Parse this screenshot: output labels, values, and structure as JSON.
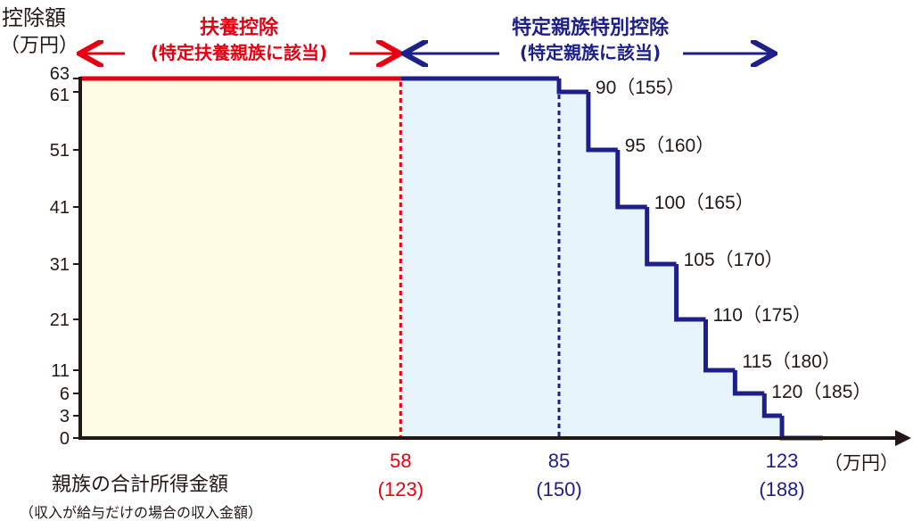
{
  "chart_data": {
    "type": "line",
    "subtype": "step",
    "ylabel": "控除額",
    "ylabel_unit": "（万円）",
    "xlabel": "親族の合計所得金額",
    "xlabel_note": "（収入が給与だけの場合の収入金額）",
    "xlabel_unit": "（万円）",
    "yticks": [
      0,
      3,
      6,
      11,
      21,
      31,
      41,
      51,
      61,
      63
    ],
    "regions": [
      {
        "name": "扶養控除",
        "sub": "(特定扶養親族に該当)",
        "from": 0,
        "to": 58,
        "color": "#e60012",
        "fill": "#fffce6"
      },
      {
        "name": "特定親族特別控除",
        "sub": "(特定親族に該当)",
        "from": 58,
        "to": 123,
        "color": "#1d2088",
        "fill": "#e8f4fc"
      }
    ],
    "xmarks": [
      {
        "value": "58",
        "income": "(123)",
        "color": "#e60012"
      },
      {
        "value": "85",
        "income": "(150)",
        "color": "#1d2088"
      },
      {
        "value": "123",
        "income": "(188)",
        "color": "#1d2088"
      }
    ],
    "steps": [
      {
        "x_from": 0,
        "x_to": 58,
        "y": 63
      },
      {
        "x_from": 58,
        "x_to": 85,
        "y": 63
      },
      {
        "x_from": 85,
        "x_to": 90,
        "y": 61
      },
      {
        "x_from": 90,
        "x_to": 95,
        "y": 51
      },
      {
        "x_from": 95,
        "x_to": 100,
        "y": 41
      },
      {
        "x_from": 100,
        "x_to": 105,
        "y": 31
      },
      {
        "x_from": 105,
        "x_to": 110,
        "y": 21
      },
      {
        "x_from": 110,
        "x_to": 115,
        "y": 11
      },
      {
        "x_from": 115,
        "x_to": 120,
        "y": 6
      },
      {
        "x_from": 120,
        "x_to": 123,
        "y": 3
      },
      {
        "x_from": 123,
        "x_to": 130,
        "y": 0
      }
    ],
    "step_labels": [
      {
        "x": 90,
        "label": "90（155）"
      },
      {
        "x": 95,
        "label": "95（160）"
      },
      {
        "x": 100,
        "label": "100（165）"
      },
      {
        "x": 105,
        "label": "105（170）"
      },
      {
        "x": 110,
        "label": "110（175）"
      },
      {
        "x": 115,
        "label": "115（180）"
      },
      {
        "x": 120,
        "label": "120（185）"
      }
    ]
  }
}
